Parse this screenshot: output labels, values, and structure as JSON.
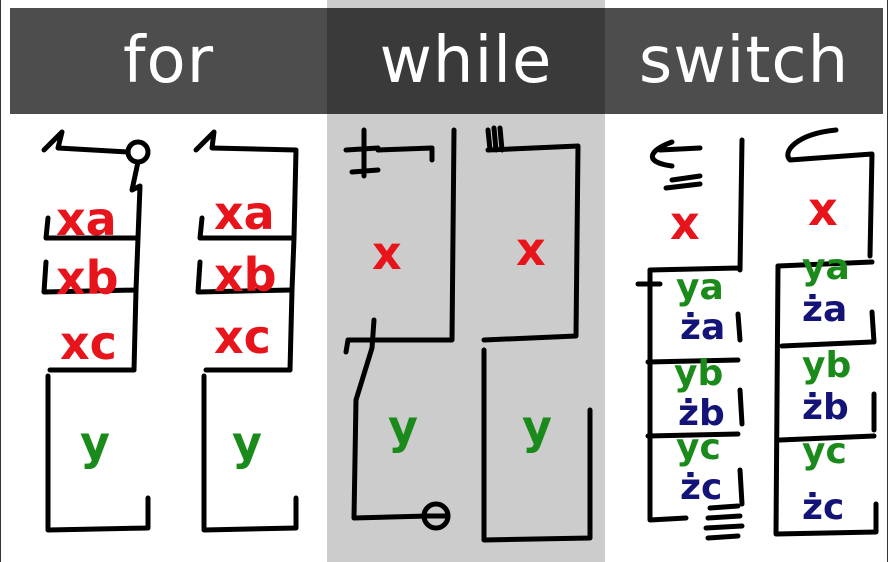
{
  "headers": {
    "for": "for",
    "while": "while",
    "switch": "switch"
  },
  "for": {
    "a": {
      "xa": "xa",
      "xb": "xb",
      "xc": "xc",
      "y": "y"
    },
    "b": {
      "xa": "xa",
      "xb": "xb",
      "xc": "xc",
      "y": "y"
    }
  },
  "while": {
    "a": {
      "x": "x",
      "y": "y"
    },
    "b": {
      "x": "x",
      "y": "y"
    }
  },
  "switch": {
    "a": {
      "x": "x",
      "ya": "ya",
      "za": "ża",
      "yb": "yb",
      "zb": "żb",
      "yc": "yc",
      "zc": "żc"
    },
    "b": {
      "x": "x",
      "ya": "ya",
      "za": "ża",
      "yb": "yb",
      "zb": "żb",
      "yc": "yc",
      "zc": "żc"
    }
  },
  "colors": {
    "header_for": "#4d4d4d",
    "header_while": "#3a3a3a",
    "header_switch": "#4d4d4d",
    "while_bg": "#cccccc",
    "red": "#e8141c",
    "green": "#1a8a1a",
    "blue": "#141478"
  }
}
